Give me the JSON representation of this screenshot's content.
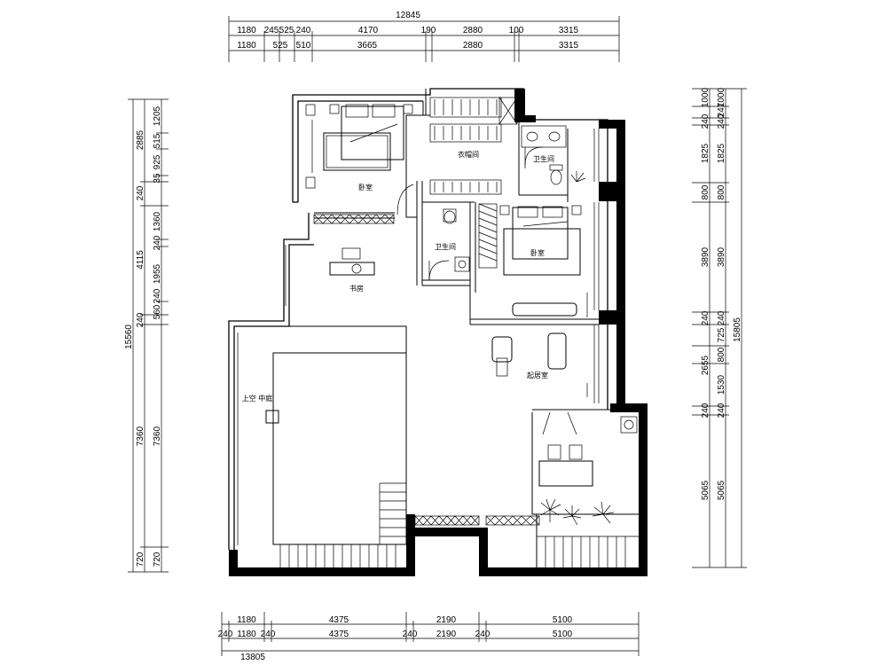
{
  "top_dimensions": {
    "overall": "12845",
    "row1": [
      "1180",
      "245",
      "525",
      "240",
      "4170",
      "190",
      "2880",
      "100",
      "3315"
    ],
    "row2": [
      "1180",
      "525",
      "510",
      "3665",
      "2880",
      "3315"
    ]
  },
  "bottom_dimensions": {
    "row1": [
      "1180",
      "4375",
      "2190",
      "5100"
    ],
    "row2": [
      "240",
      "1180",
      "240",
      "4375",
      "240",
      "2190",
      "240",
      "5100"
    ],
    "overall": "13805"
  },
  "left_dimensions": {
    "overall": "15560",
    "outer": [
      "2885",
      "240",
      "4115",
      "240",
      "7360",
      "720"
    ],
    "inner": [
      "1205",
      "515",
      "925",
      "35",
      "1360",
      "240",
      "1955",
      "240",
      "560",
      "7360",
      "720"
    ]
  },
  "right_dimensions": {
    "overall": "15805",
    "outer": [
      "1000",
      "240",
      "1825",
      "800",
      "3890",
      "240",
      "2655",
      "240",
      "5065"
    ],
    "inner": [
      "1000",
      "247",
      "240",
      "1825",
      "800",
      "3890",
      "240",
      "725",
      "800",
      "1530",
      "240",
      "5065"
    ]
  },
  "rooms": {
    "bedroom_left": "卧室",
    "closet": "衣帽间",
    "bathroom_right": "卫生间",
    "bedroom_right": "卧室",
    "bathroom_middle": "卫生间",
    "study": "书房",
    "lounge": "起居室",
    "void": "上空 中庭"
  }
}
